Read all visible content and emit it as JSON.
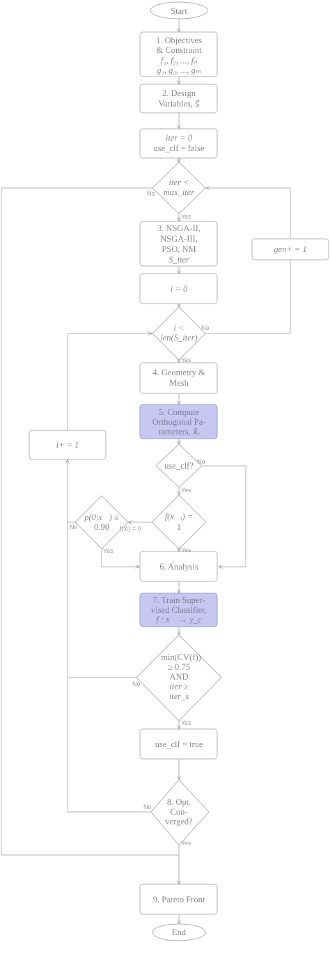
{
  "nodes": {
    "start": [
      "Start"
    ],
    "objectives": [
      "1. Objectives",
      "& Constraint",
      "f₁, f₂, ..., fₙ",
      "g₁, g₂, ..., gₘ"
    ],
    "design_vars": [
      "2. Design",
      "Variables, s⃗"
    ],
    "init": [
      "iter = 0",
      "use_clf = false"
    ],
    "iter_check": [
      "iter <",
      "max_iter"
    ],
    "optimizer": [
      "3. NSGA-II,",
      "NSGA-III,",
      "PSO, NM",
      "S_iter"
    ],
    "gen_inc": [
      "gen+ = 1"
    ],
    "i_init": [
      "i = 0"
    ],
    "i_check": [
      "i <",
      "len(S_iter)"
    ],
    "geometry": [
      "4. Geometry &",
      "Mesh"
    ],
    "compute_params": [
      "5. Compute",
      "Orthogonal Pa-",
      "rameters, x⃗ᵢ"
    ],
    "i_inc": [
      "i+ = 1"
    ],
    "use_clf_check": [
      "use_clf?"
    ],
    "f_check": [
      "f(x⃗ᵢ) =",
      "1"
    ],
    "p_check": [
      "p(0|x⃗) ≤",
      "0.90"
    ],
    "analysis": [
      "6. Analysis"
    ],
    "train": [
      "7. Train Super-",
      "vised Classifier,",
      "f : x⃗ → y_c"
    ],
    "cv_check": [
      "min(CV(f))",
      "≥ 0.75",
      "AND",
      "iter ≥",
      "iter_s"
    ],
    "set_clf": [
      "use_clf = true"
    ],
    "converged": [
      "8. Opt.",
      "Con-",
      "verged?"
    ],
    "pareto": [
      "9. Pareto Front"
    ],
    "end": [
      "End"
    ]
  },
  "edge_labels": {
    "yes": "Yes",
    "no": "No",
    "f_zero": "f(x⃗ᵢ) = 0"
  },
  "colors": {
    "stroke": "#b3b3b3",
    "text": "#8a8a8a",
    "highlight_fill": "#c7c7f2",
    "highlight_stroke": "#9d9dcf"
  }
}
